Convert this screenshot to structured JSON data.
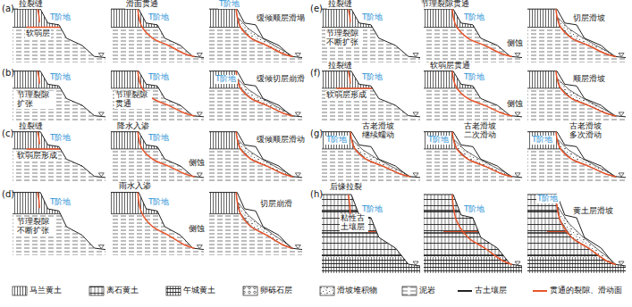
{
  "diagram": {
    "labels": [
      "(a)",
      "拉裂缝",
      "T阶地",
      "软弱层",
      "滑面贯通",
      "T阶地",
      "缓倾顺层滑塌",
      "T阶地",
      "(b)",
      "T阶地",
      "节理裂隙扩张",
      "T阶地",
      "节理裂隙贯通",
      "缓倾切层崩滑",
      "T阶地",
      "(c)",
      "拉裂缝",
      "T阶地",
      "软弱层形成",
      "降水入渗",
      "T阶地",
      "侧蚀",
      "缓倾顺层滑动",
      "(d)",
      "T阶地",
      "节理裂隙不断扩张",
      "雨水入渗",
      "T阶地",
      "侧蚀",
      "切层崩滑",
      "(e)",
      "拉裂缝",
      "T阶地",
      "节理裂隙不断扩张",
      "节理裂隙贯通",
      "T阶地",
      "侧蚀",
      "切层滑坡",
      "(f)",
      "拉裂缝",
      "T阶地",
      "软弱层形成",
      "软弱层贯通",
      "T阶地",
      "侧蚀",
      "顺层滑坡",
      "(g)",
      "古老滑坡继续蠕动",
      "T阶地",
      "T阶地",
      "古老滑坡二次滑动",
      "古老滑坡多次滑动",
      "T阶地",
      "(h)",
      "后缘拉裂",
      "粘性古土壤层",
      "T阶地",
      "T阶地",
      "黄土层滑坡",
      "T阶地"
    ],
    "legend": [
      {
        "text": "马兰黄土"
      },
      {
        "text": "离石黄土"
      },
      {
        "text": "午城黄土"
      },
      {
        "text": "卵砾石层"
      },
      {
        "text": "滑坡堆积物"
      },
      {
        "text": "泥岩"
      },
      {
        "text": "古土壤层"
      },
      {
        "text": "贯通的裂隙、滑动面"
      }
    ]
  }
}
